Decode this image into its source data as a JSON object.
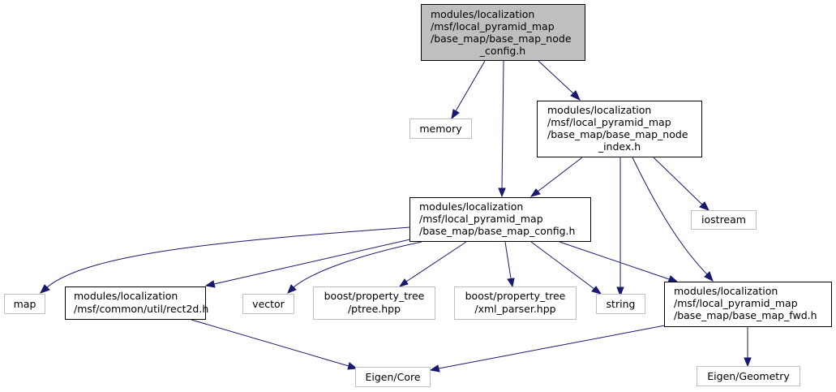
{
  "colors": {
    "edge": "#191970",
    "root_fill": "#bfbfbf",
    "external_border": "#bfbfbf",
    "internal_border": "#000000"
  },
  "nodes": {
    "root": {
      "lines": [
        "modules/localization",
        "/msf/local_pyramid_map",
        "/base_map/base_map_node",
        "_config.h"
      ],
      "kind": "root"
    },
    "memory": {
      "lines": [
        "memory"
      ],
      "kind": "external"
    },
    "node_index": {
      "lines": [
        "modules/localization",
        "/msf/local_pyramid_map",
        "/base_map/base_map_node",
        "_index.h"
      ],
      "kind": "internal"
    },
    "map_config": {
      "lines": [
        "modules/localization",
        "/msf/local_pyramid_map",
        "/base_map/base_map_config.h"
      ],
      "kind": "internal"
    },
    "iostream": {
      "lines": [
        "iostream"
      ],
      "kind": "external"
    },
    "map": {
      "lines": [
        "map"
      ],
      "kind": "external"
    },
    "rect2d": {
      "lines": [
        "modules/localization",
        "/msf/common/util/rect2d.h"
      ],
      "kind": "internal"
    },
    "vector": {
      "lines": [
        "vector"
      ],
      "kind": "external"
    },
    "ptree": {
      "lines": [
        "boost/property_tree",
        "/ptree.hpp"
      ],
      "kind": "external"
    },
    "xml_parser": {
      "lines": [
        "boost/property_tree",
        "/xml_parser.hpp"
      ],
      "kind": "external"
    },
    "string": {
      "lines": [
        "string"
      ],
      "kind": "external"
    },
    "map_fwd": {
      "lines": [
        "modules/localization",
        "/msf/local_pyramid_map",
        "/base_map/base_map_fwd.h"
      ],
      "kind": "internal"
    },
    "eigen_core": {
      "lines": [
        "Eigen/Core"
      ],
      "kind": "external"
    },
    "eigen_geometry": {
      "lines": [
        "Eigen/Geometry"
      ],
      "kind": "external"
    }
  },
  "edges": [
    [
      "root",
      "memory"
    ],
    [
      "root",
      "map_config"
    ],
    [
      "root",
      "node_index"
    ],
    [
      "node_index",
      "map_config"
    ],
    [
      "node_index",
      "string"
    ],
    [
      "node_index",
      "iostream"
    ],
    [
      "node_index",
      "map_fwd"
    ],
    [
      "map_config",
      "map"
    ],
    [
      "map_config",
      "rect2d"
    ],
    [
      "map_config",
      "vector"
    ],
    [
      "map_config",
      "ptree"
    ],
    [
      "map_config",
      "xml_parser"
    ],
    [
      "map_config",
      "string"
    ],
    [
      "map_config",
      "map_fwd"
    ],
    [
      "rect2d",
      "eigen_core"
    ],
    [
      "map_fwd",
      "eigen_core"
    ],
    [
      "map_fwd",
      "eigen_geometry"
    ]
  ]
}
